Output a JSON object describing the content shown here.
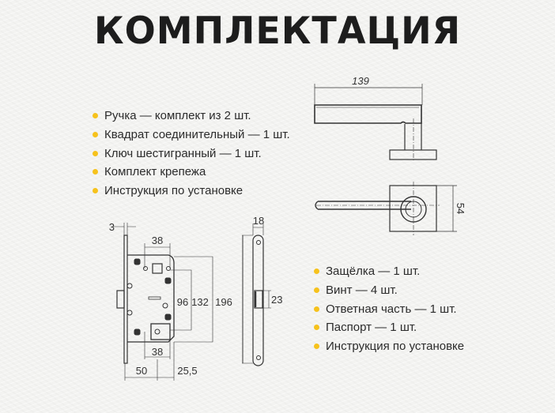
{
  "title": "КОМПЛЕКТАЦИЯ",
  "accent_color": "#f6c21c",
  "handle_set": [
    "Ручка — комплект из 2 шт.",
    "Квадрат соединительный — 1 шт.",
    "Ключ шестигранный — 1 шт.",
    "Комплект крепежа",
    "Инструкция по установке"
  ],
  "lock_set": [
    "Защёлка — 1 шт.",
    "Винт — 4 шт.",
    "Ответная часть — 1 шт.",
    "Паспорт — 1 шт.",
    "Инструкция по установке"
  ],
  "dimensions": {
    "handle_length": "139",
    "rosette_size": "54",
    "faceplate_thickness": "3",
    "spindle_top": "38",
    "spindle_bottom": "38",
    "d96": "96",
    "d132": "132",
    "d196": "196",
    "backset": "50",
    "body_depth": "25,5",
    "strike_width": "18",
    "latch_height": "23"
  }
}
